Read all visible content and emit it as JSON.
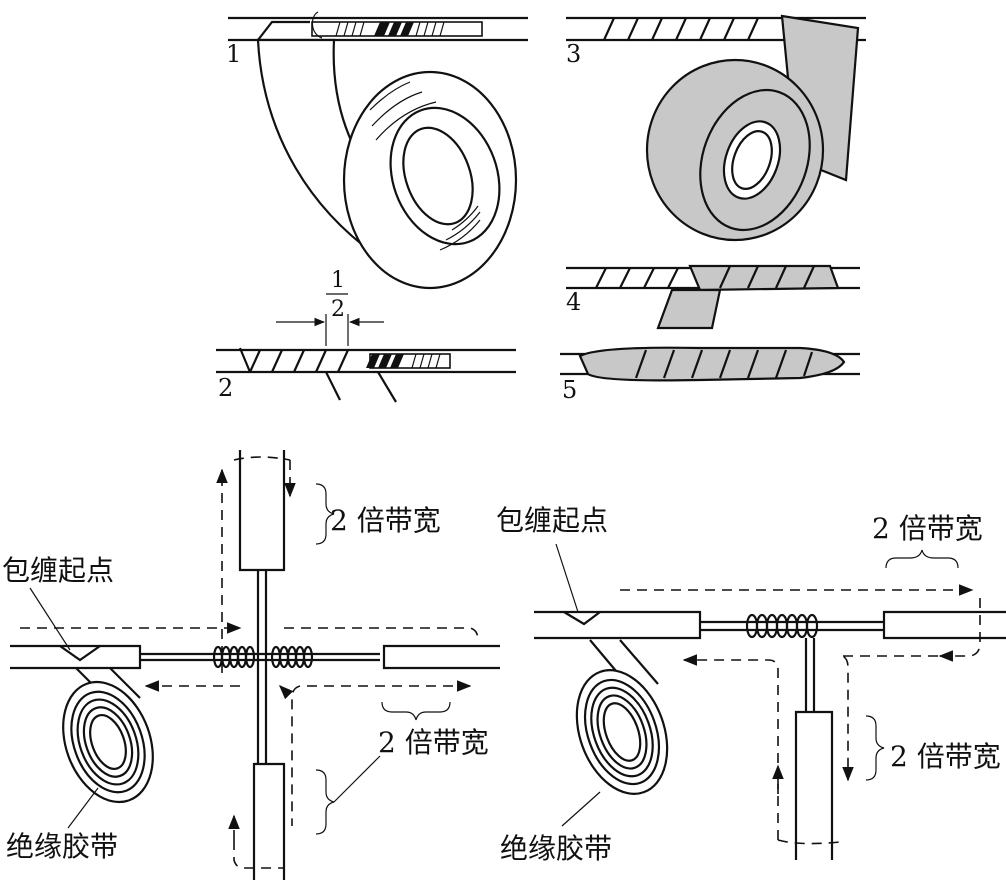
{
  "steps": {
    "s1": "1",
    "s2": "2",
    "s3": "3",
    "s4": "4",
    "s5": "5"
  },
  "overlap_fraction": {
    "numerator": "1",
    "denominator": "2"
  },
  "cross_joint": {
    "start_label": "包缠起点",
    "tape_label": "绝缘胶带",
    "width_label_top": "2 倍带宽",
    "width_label_bottom": "2 倍带宽"
  },
  "tee_joint": {
    "start_label": "包缠起点",
    "tape_label": "绝缘胶带",
    "width_label_top": "2 倍带宽",
    "width_label_side": "2 倍带宽"
  }
}
